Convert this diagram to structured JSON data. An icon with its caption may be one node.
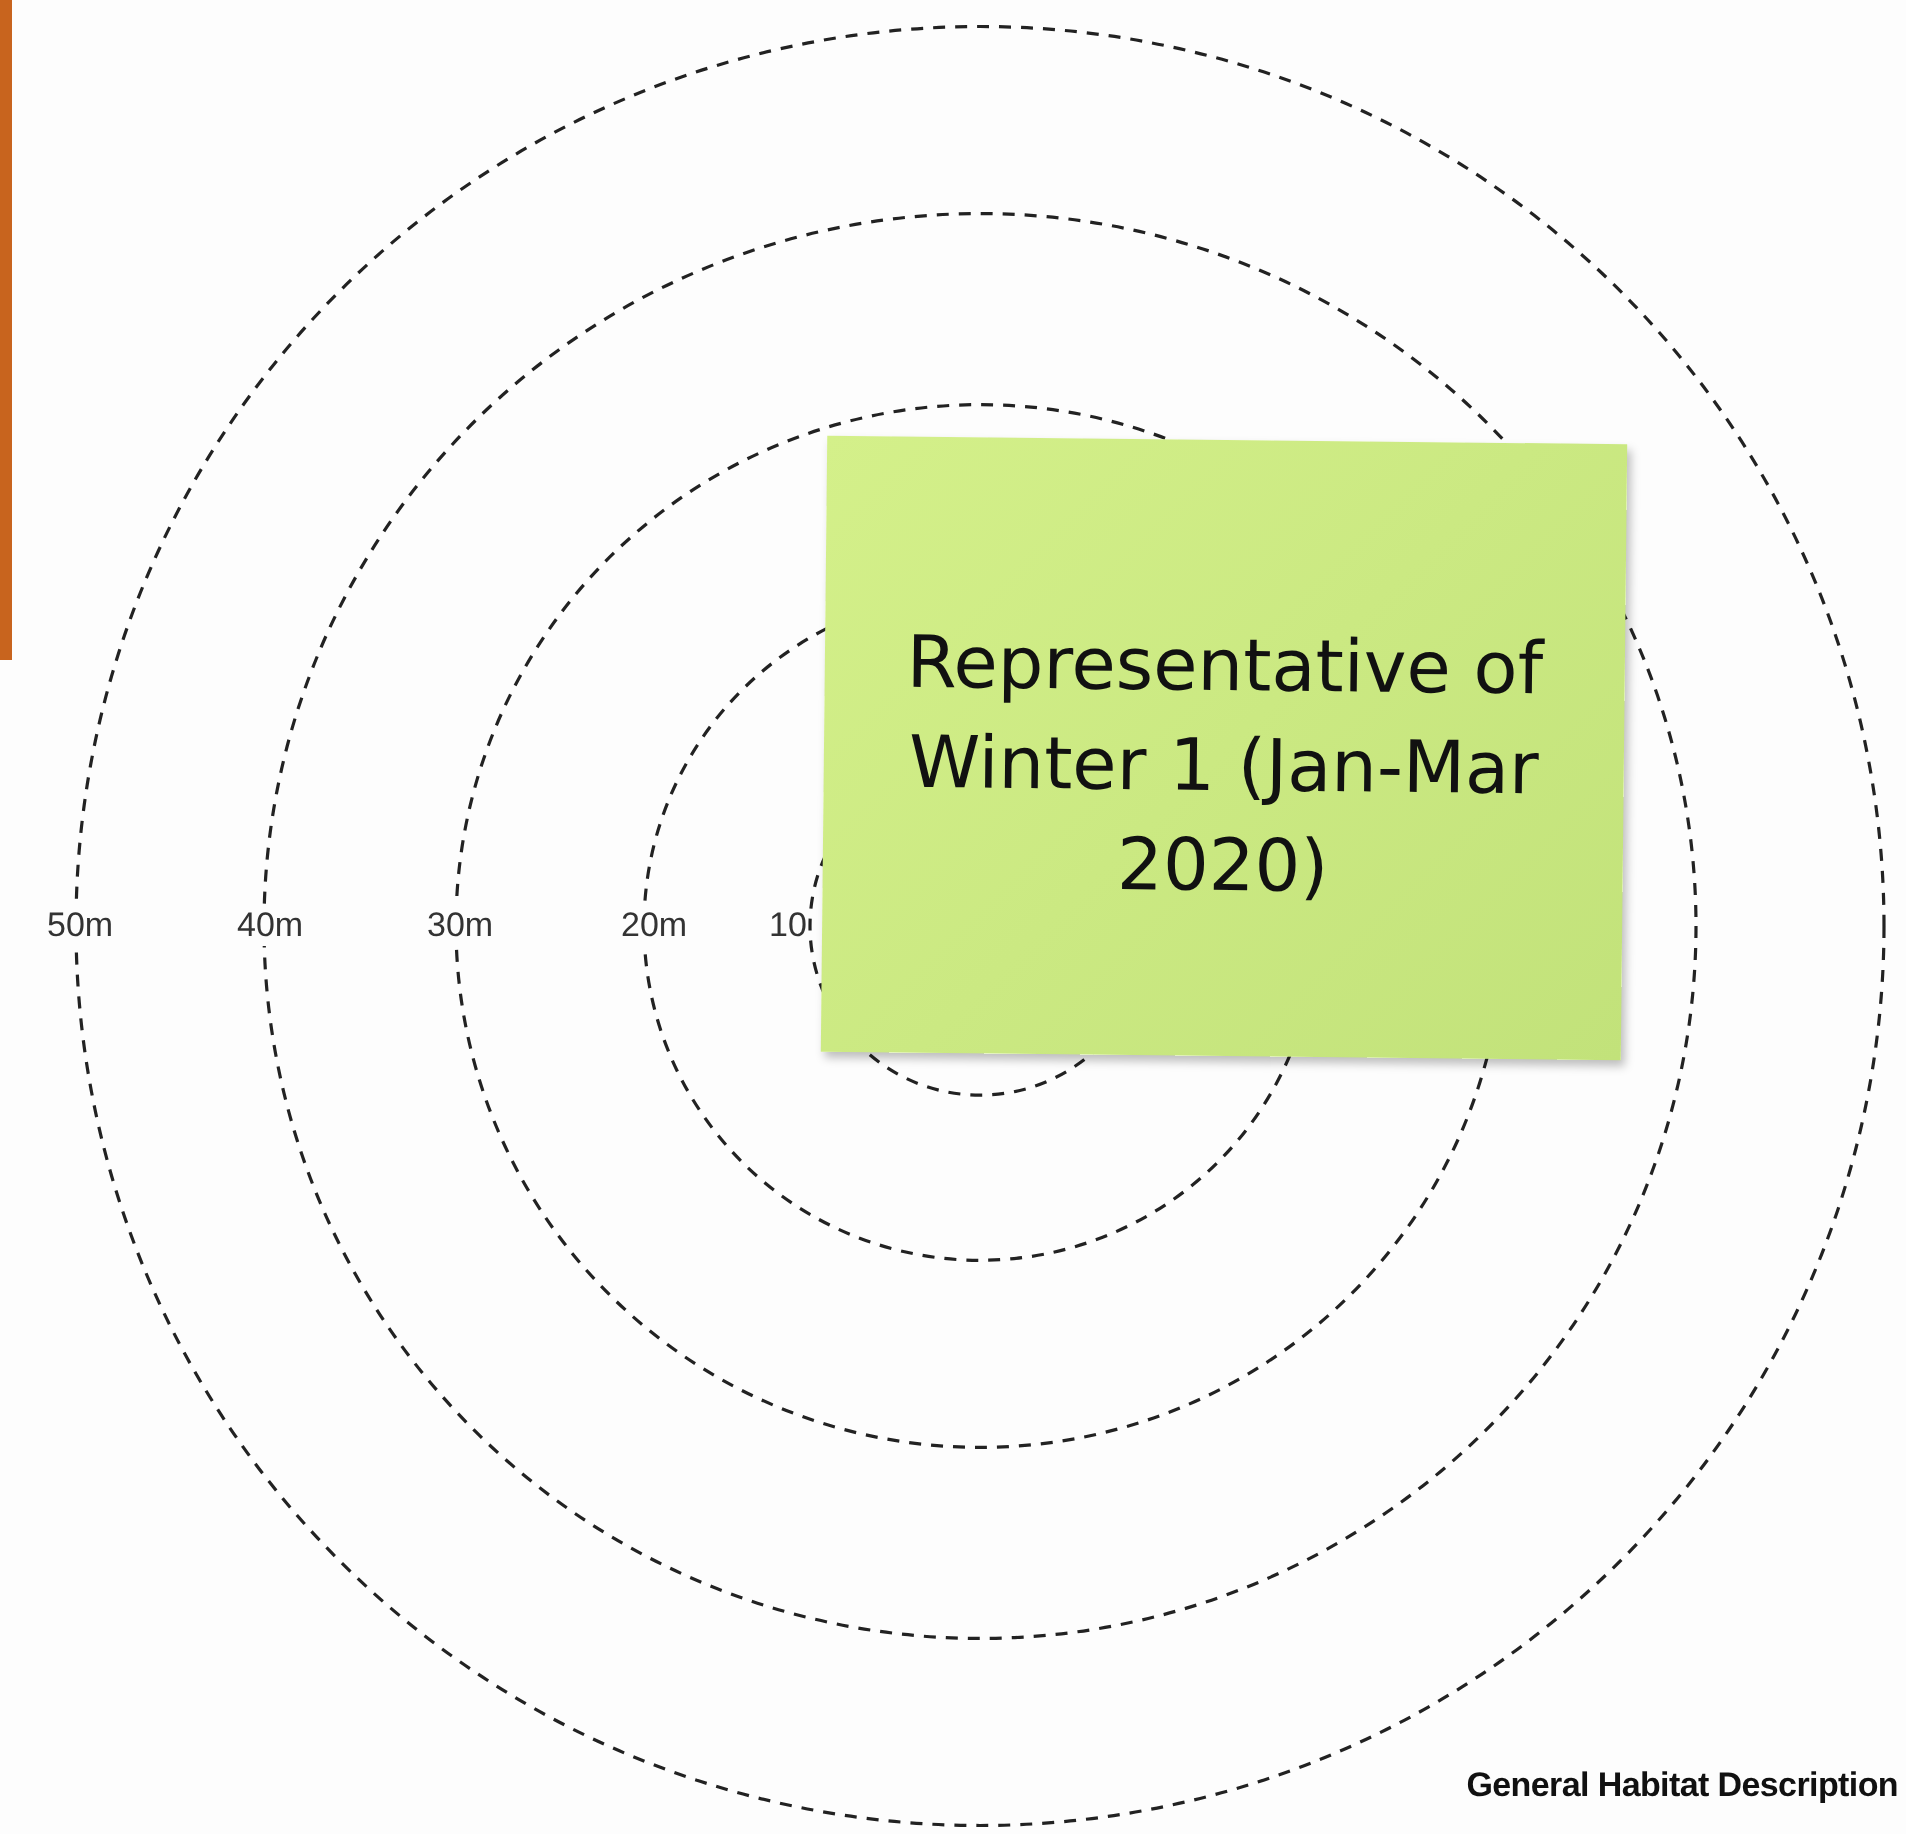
{
  "diagram": {
    "nodes": [
      {
        "text": [
          "Representative of Winter 1 (Jan-Mar 2020)"
        ]
      }
    ],
    "edges": [],
    "labels": [
      "50m",
      "40m",
      "30m",
      "20m",
      "10",
      "General Habitat Description"
    ]
  }
}
